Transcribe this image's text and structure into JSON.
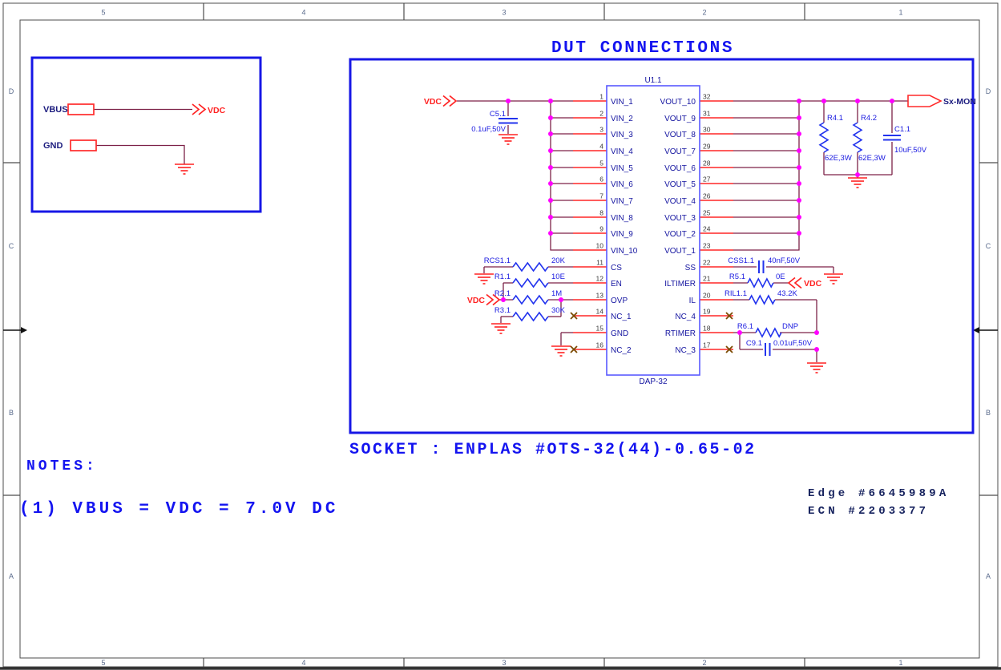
{
  "sheet": {
    "zones_horizontal": [
      "5",
      "4",
      "3",
      "2",
      "1"
    ],
    "zones_vertical": [
      "D",
      "C",
      "B",
      "A"
    ]
  },
  "titles": {
    "main": "DUT CONNECTIONS",
    "socket": "SOCKET : ENPLAS #OTS-32(44)-0.65-02",
    "notes_heading": "NOTES:",
    "note1": "(1) VBUS = VDC = 7.0V DC",
    "edge": "Edge #6645989A",
    "ecn": "ECN #2203377"
  },
  "io_box": {
    "vbus_label": "VBUS",
    "gnd_label": "GND",
    "vdc_port": "VDC"
  },
  "ic": {
    "ref": "U1.1",
    "package": "DAP-32",
    "left_pins": [
      {
        "n": "1",
        "name": "VIN_1"
      },
      {
        "n": "2",
        "name": "VIN_2"
      },
      {
        "n": "3",
        "name": "VIN_3"
      },
      {
        "n": "4",
        "name": "VIN_4"
      },
      {
        "n": "5",
        "name": "VIN_5"
      },
      {
        "n": "6",
        "name": "VIN_6"
      },
      {
        "n": "7",
        "name": "VIN_7"
      },
      {
        "n": "8",
        "name": "VIN_8"
      },
      {
        "n": "9",
        "name": "VIN_9"
      },
      {
        "n": "10",
        "name": "VIN_10"
      },
      {
        "n": "11",
        "name": "CS"
      },
      {
        "n": "12",
        "name": "EN"
      },
      {
        "n": "13",
        "name": "OVP"
      },
      {
        "n": "14",
        "name": "NC_1"
      },
      {
        "n": "15",
        "name": "GND"
      },
      {
        "n": "16",
        "name": "NC_2"
      }
    ],
    "right_pins": [
      {
        "n": "32",
        "name": "VOUT_10"
      },
      {
        "n": "31",
        "name": "VOUT_9"
      },
      {
        "n": "30",
        "name": "VOUT_8"
      },
      {
        "n": "29",
        "name": "VOUT_7"
      },
      {
        "n": "28",
        "name": "VOUT_6"
      },
      {
        "n": "27",
        "name": "VOUT_5"
      },
      {
        "n": "26",
        "name": "VOUT_4"
      },
      {
        "n": "25",
        "name": "VOUT_3"
      },
      {
        "n": "24",
        "name": "VOUT_2"
      },
      {
        "n": "23",
        "name": "VOUT_1"
      },
      {
        "n": "22",
        "name": "SS"
      },
      {
        "n": "21",
        "name": "ILTIMER"
      },
      {
        "n": "20",
        "name": "IL"
      },
      {
        "n": "19",
        "name": "NC_4"
      },
      {
        "n": "18",
        "name": "RTIMER"
      },
      {
        "n": "17",
        "name": "NC_3"
      }
    ]
  },
  "components": {
    "c5": {
      "ref": "C5.1",
      "value": "0.1uF,50V"
    },
    "rcs1": {
      "ref": "RCS1.1",
      "value": "20K"
    },
    "r1": {
      "ref": "R1.1",
      "value": "10E"
    },
    "r2": {
      "ref": "R2.1",
      "value": "1M"
    },
    "r3": {
      "ref": "R3.1",
      "value": "30K"
    },
    "css1": {
      "ref": "CSS1.1",
      "value": "40nF,50V"
    },
    "r5": {
      "ref": "R5.1",
      "value": "0E"
    },
    "ril1": {
      "ref": "RIL1.1",
      "value": "43.2K"
    },
    "r6": {
      "ref": "R6.1",
      "value": "DNP"
    },
    "c9": {
      "ref": "C9.1",
      "value": "0.01uF,50V"
    },
    "r4a": {
      "ref": "R4.1",
      "value": "62E,3W"
    },
    "r4b": {
      "ref": "R4.2",
      "value": "62E,3W"
    },
    "c1": {
      "ref": "C1.1",
      "value": "10uF,50V"
    }
  },
  "ports": {
    "vdc_main": "VDC",
    "vdc_ovp": "VDC",
    "vdc_iltimer": "VDC",
    "sx_mon": "Sx-MON"
  },
  "colors": {
    "title_blue": "#1414f0",
    "box_blue": "#1717e6",
    "navy_text": "#1414a0",
    "wire_maroon": "#7d2248",
    "pin_red": "#ff4545",
    "port_red": "#ff2222",
    "junction_magenta": "#ff00ff",
    "symbol_blue": "#2233ee",
    "ic_outline": "#5a5aff",
    "no_connect_brown": "#7a4a00"
  }
}
